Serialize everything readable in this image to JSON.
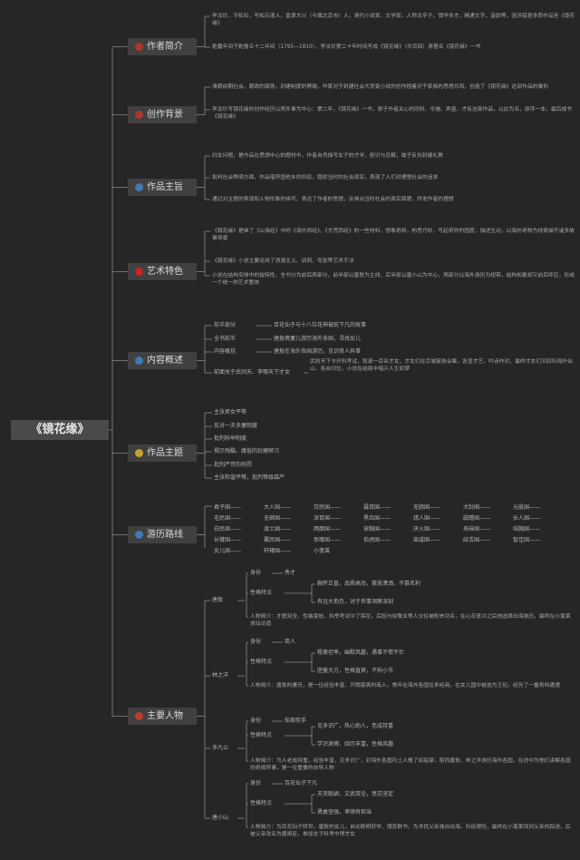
{
  "title": "《镜花缘》",
  "branches": [
    {
      "label": "作者简介",
      "icon_color": "#b0352b",
      "icon_name": "person-icon"
    },
    {
      "label": "创作背景",
      "icon_color": "#b0352b",
      "icon_name": "ring-icon"
    },
    {
      "label": "作品主旨",
      "icon_color": "#3d7ab8",
      "icon_name": "globe-icon"
    },
    {
      "label": "艺术特色",
      "icon_color": "#d02222",
      "icon_name": "red-dot-icon"
    },
    {
      "label": "内容概述",
      "icon_color": "#3d7ab8",
      "icon_name": "globe-icon"
    },
    {
      "label": "作品主题",
      "icon_color": "#c9a227",
      "icon_name": "gold-coin-icon"
    },
    {
      "label": "游历路线",
      "icon_color": "#3d7ab8",
      "icon_name": "blue-square-icon"
    },
    {
      "label": "主要人物",
      "icon_color": "#c0392b",
      "icon_name": "pot-icon"
    }
  ],
  "author": [
    "李汝珍，字松石，号松石道人，直隶大兴（今属北京市）人，清代小说家、文学家。人称北平子，博学多才，精通文字、音韵等，因涉猎甚多而作品至《镜花缘》",
    "乾嘉年间于乾隆五十二年间（1795—1810），李汝珍第二十年时间写成《镜花缘》（共百回）原著名《镜花缘》一书"
  ],
  "background": [
    "清朝前期社会，朝政的腐败，封建制度的弊端，作家对于封建社会大背景小说的创作抱着对于家族的思想共鸣，创造了《镜花缘》这部作品的雏形",
    "李汝珍写镜花缘的创作经历以两件事为中心：第二年，《镜花缘》一书，原于作者关心的同科、乐施、弄墨，才有这部作品，以此为名，原序一本，最后成书《镜花缘》"
  ],
  "theme": [
    "妇女问题，是作品在思想中心的题材中，作者自然描写女子的才学、胆识与见解，敢于反抗封建礼教",
    "批判社会弊病方面，作品借异国他乡的风俗，隐射当时的社会现实，表现了人们对理想社会的追求",
    "通过对主题的表现和人物形象的描写，表达了作者的思想，反映出当时社会的真实面貌，抒发作者的理想"
  ],
  "art": [
    "《镜花缘》是继了《山海经》中的《海外西经》、《大荒西经》的一些材料，想象奇特，构思巧妙，写起奇异的国度，描述生动，以海外奇物为线索描写诸多故事场景",
    "《镜花缘》小说主要运用了浪漫主义、讽刺、夸张等艺术手法",
    "小说在结构安排中的独特性，全书分为前后两部分，前半部以唐敖为主线，后半部以唐小山为中心，两部分以海外游历为纽带，结构松散却又前后呼应，形成一个统一的艺术整体"
  ],
  "content": [
    {
      "label": "前半部分",
      "desc": "百花仙子与十八位花神被贬下凡的故事"
    },
    {
      "label": "全书前半",
      "desc": "唐敖携妻儿游历海外各国，寻找女儿"
    },
    {
      "label": "内容概括",
      "desc": "唐敖在海外各国游历，见识奇人异事"
    },
    {
      "label": "前面关于武则天、李哪天下才女",
      "desc": "武则天下令开科考试，取录一百名才女，才女们在京城宴游会集，各显才艺，吟诗作对，最终才女们又回归海外仙山，各自归位，小说在结局中暗示人生如梦"
    }
  ],
  "topics": [
    "主张男女平等",
    "反对一夫多妻制度",
    "批判科举制度",
    "揭示残酷、庸俗的封建陋习",
    "批判严苛的刑罚",
    "主张和谐平等，批判等级森严"
  ],
  "route": [
    [
      "君子国——",
      "大人国——",
      "劳民国——",
      "聂耳国——",
      "无肠国——",
      "犬封国——",
      "元股国——"
    ],
    [
      "毛民国——",
      "无继国——",
      "深目国——",
      "黑齿国——",
      "靖人国——",
      "跂踵国——",
      "长人国——"
    ],
    [
      "白民国——",
      "淑士国——",
      "两面国——",
      "穿胸国——",
      "厌火国——",
      "寿麻国——",
      "结胸国——"
    ],
    [
      "长臂国——",
      "翼民国——",
      "豕喙国——",
      "伯虑国——",
      "巫咸国——",
      "歧舌国——",
      "智佳国——"
    ],
    [
      "女儿国——",
      "轩辕国——",
      "小蓬莱",
      "",
      "",
      "",
      ""
    ]
  ],
  "people": [
    {
      "name": "唐敖",
      "identity_label": "身份",
      "identity": "秀才",
      "trait_label": "性格特点",
      "traits": [
        "胸怀正直，品质高尚，豪放潇洒，不慕名利",
        "有远大抱负，对于世事洞察深刻"
      ],
      "desc": "人物简介：才貌双全、性格豪放，科举考试中了探花，后因与徐敬业等人交往被削去功名，在心灰意冷之后他选择出海游历，最终在小蓬莱求仙访道"
    },
    {
      "name": "林之洋",
      "identity_label": "身份",
      "identity": "商人",
      "trait_label": "性格特点",
      "traits": [
        "粗豪坦率，幽默风趣，遇事不慌不忙",
        "胆量大方，性格直爽，不拘小节"
      ],
      "desc": "人物简介：唐敖的妻兄，是一位经验丰富、开朗豪爽的商人，常年在海外各国往来经商，在女儿国中被选为王妃，经历了一番奇特遭遇"
    },
    {
      "name": "多九公",
      "identity_label": "身份",
      "identity": "船家舵手",
      "trait_label": "性格特点",
      "traits": [
        "见多识广，热心助人，老成持重",
        "学识渊博，阅历丰富，性格风趣"
      ],
      "desc": "人物简介：为人老成持重，经验丰富，见多识广，对海外各国风土人情了如指掌，陪同唐敖、林之洋游历海外各国，在途中为他们讲解各国的奇闻异事，是一位重要的向导人物"
    },
    {
      "name": "唐小山",
      "identity_label": "身份",
      "identity": "百花仙子下凡",
      "trait_label": "性格特点",
      "traits": [
        "天资聪颖，文武双全，意志坚定",
        "勇敢坚强，孝顺有担当"
      ],
      "desc": "人物简介：为百花仙子转世，唐敖的女儿，自幼聪明好学、博览群书，为寻找父亲独自出海，历经艰险，最终在小蓬莱找到父亲的踪迹，后被父亲改名为唐闺臣，参加女子科考中得才女"
    }
  ]
}
